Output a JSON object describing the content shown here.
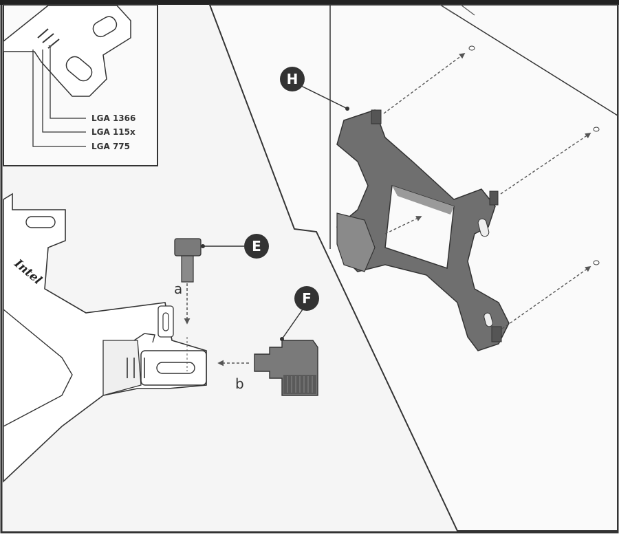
{
  "inset": {
    "socket_labels": [
      "LGA 1366",
      "LGA 115x",
      "LGA 775"
    ]
  },
  "left_panel": {
    "bracket_brand": "Intel",
    "callout_e": "E",
    "callout_f": "F",
    "step_a": "a",
    "step_b": "b"
  },
  "right_panel": {
    "callout_h": "H"
  },
  "colors": {
    "outline": "#333333",
    "panel": "#f7f7f7",
    "part_dark": "#6b6b6b",
    "part_mid": "#8a8a8a",
    "arrow": "#555555",
    "callout_fill": "#333333"
  }
}
